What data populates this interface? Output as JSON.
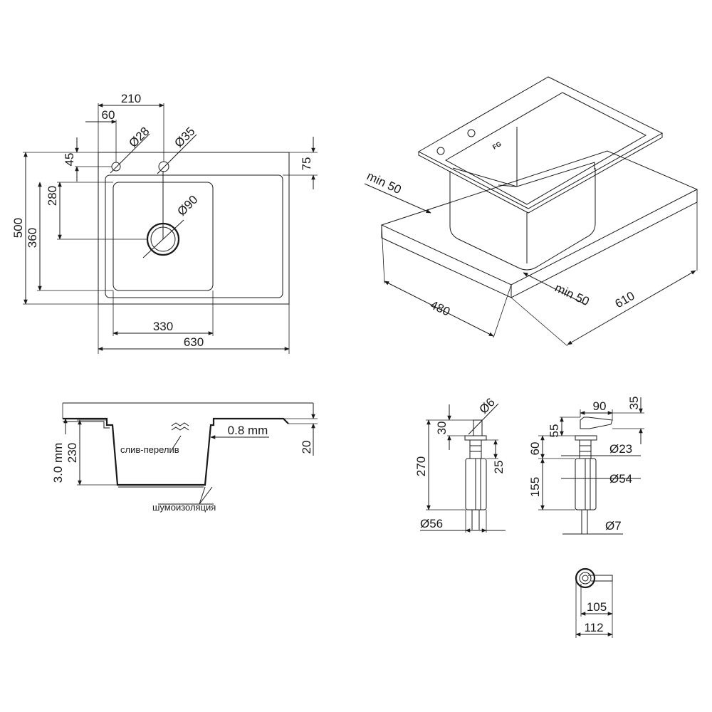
{
  "top_view": {
    "width_total": "630",
    "bowl_width": "330",
    "hole_spacing": "210",
    "hole_edge": "60",
    "hole_small": "Ø28",
    "hole_large": "Ø35",
    "top_offset": "45",
    "rim": "75",
    "drain_offset": "280",
    "drain_center": "360",
    "depth_total": "500",
    "drain": "Ø90"
  },
  "iso_view": {
    "clearance_left": "min 50",
    "clearance_right": "min 50",
    "cabinet_depth": "480",
    "cabinet_width": "610"
  },
  "section_view": {
    "thickness": "3.0 mm",
    "depth": "230",
    "steel": "0.8 mm",
    "rim": "20",
    "overflow_label": "слив-перелив",
    "insulation_label": "шумоизоляция"
  },
  "dispenser_a": {
    "nozzle": "Ø6",
    "head": "30",
    "bottle_h": "270",
    "neck": "25",
    "bottle_d": "Ø56"
  },
  "dispenser_b": {
    "spout_len": "90",
    "spout_h": "35",
    "head_h": "55",
    "collar_h": "60",
    "collar_d": "Ø23",
    "bottle_h": "155",
    "bottle_d": "Ø54",
    "tube_d": "Ø7"
  },
  "dispenser_top": {
    "inner": "105",
    "outer": "112"
  }
}
